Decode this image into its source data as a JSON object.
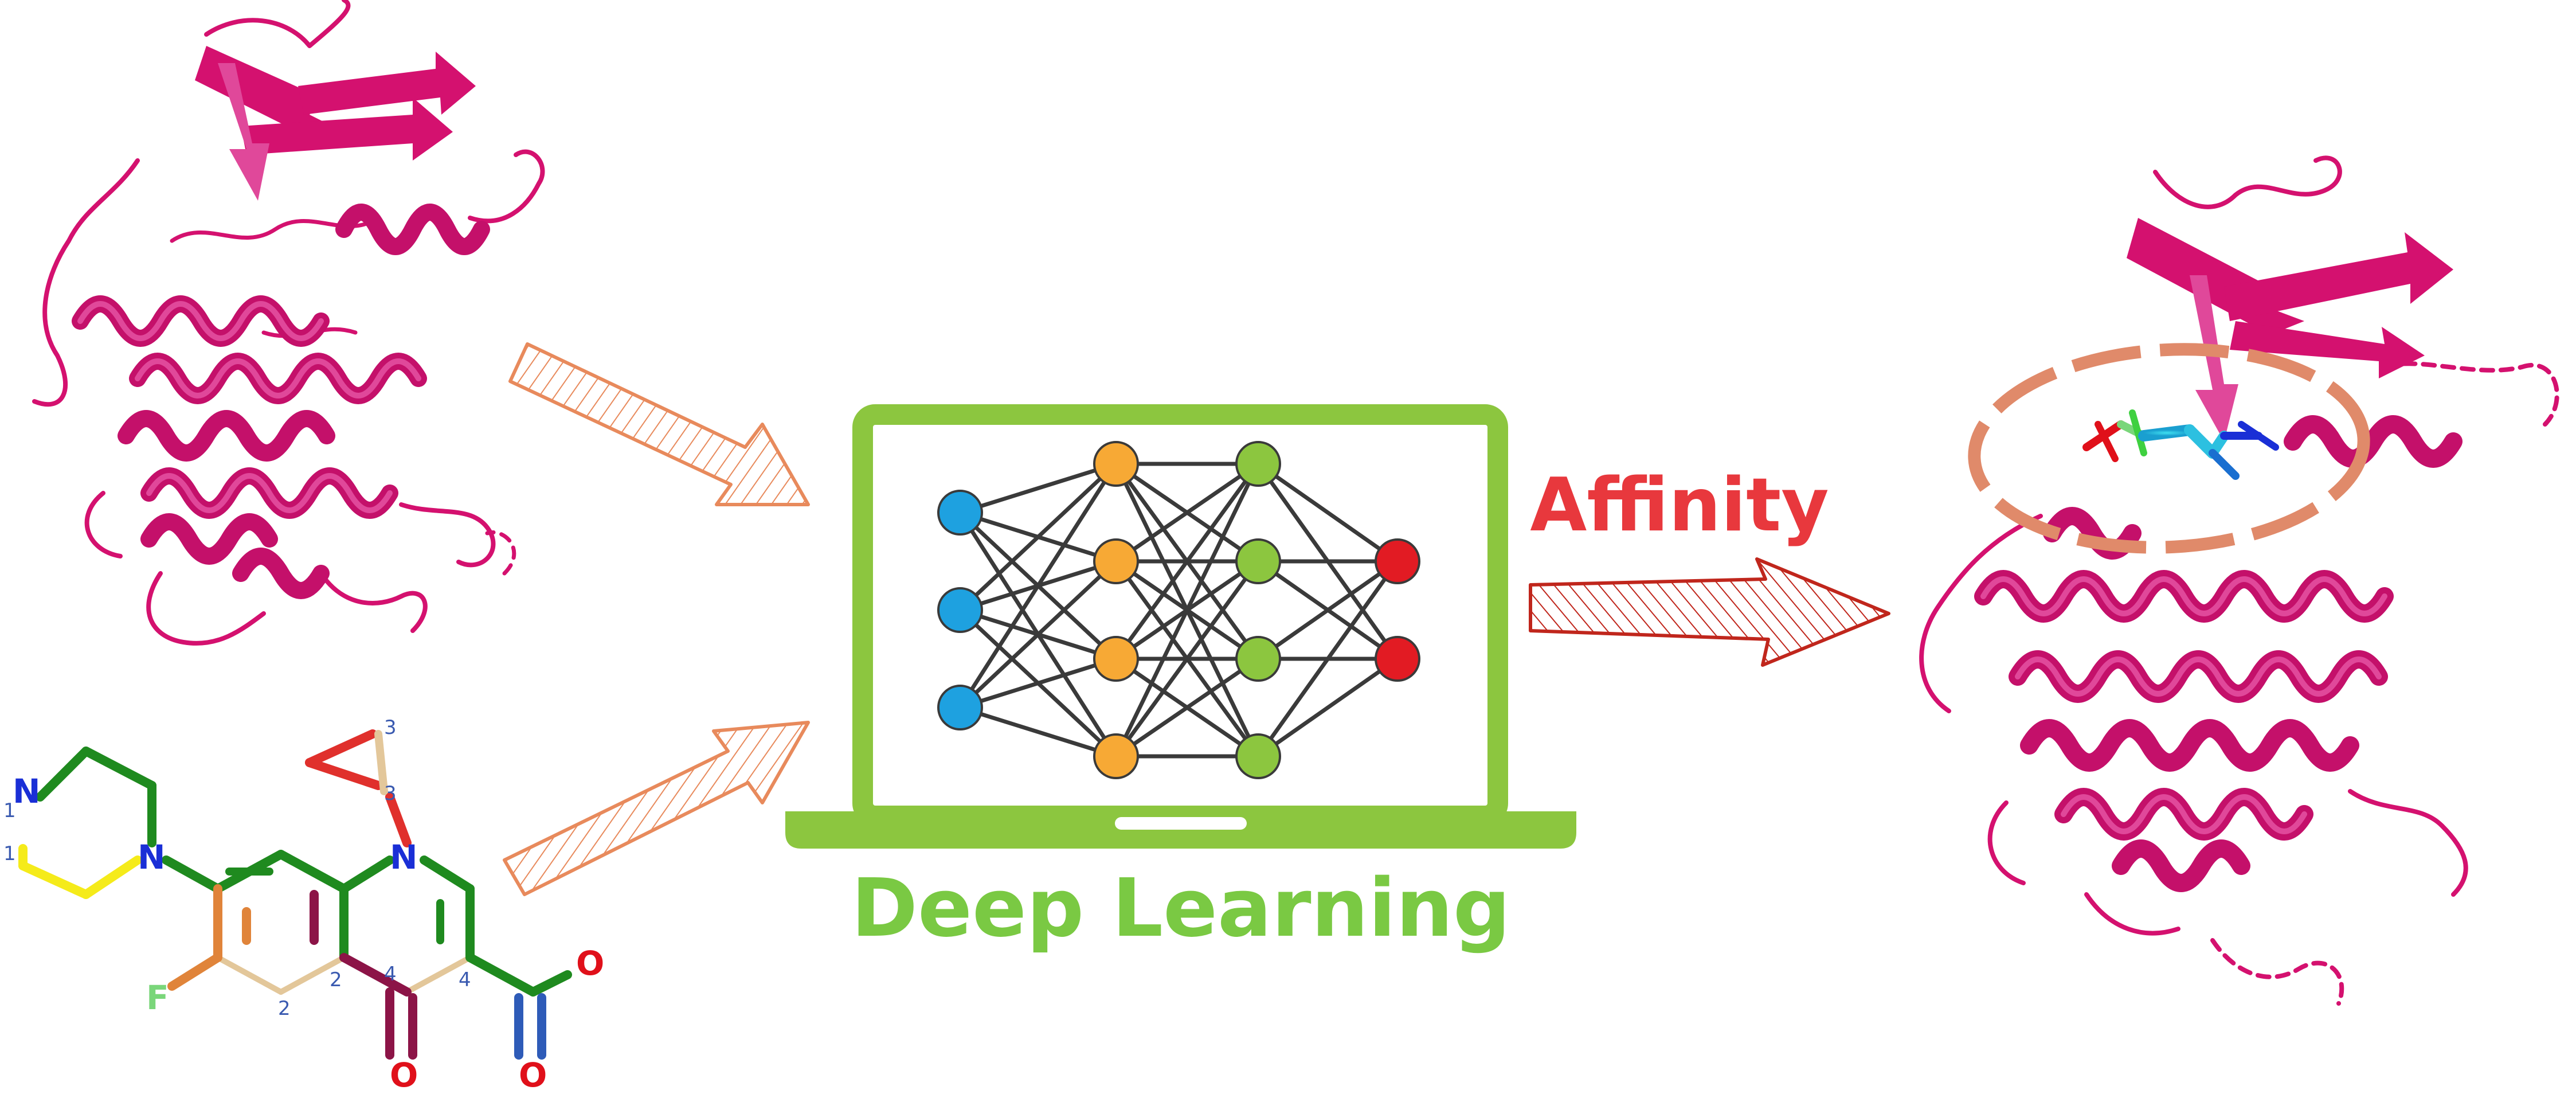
{
  "labels": {
    "deep_learning": "Deep Learning",
    "affinity": "Affinity"
  },
  "molecule_atoms": {
    "n_ring_top": "N",
    "n_ring_bottom": "N",
    "n_quinolone": "N",
    "fluorine": "F",
    "oxygen_keto": "O",
    "oxygen_acid_1": "O",
    "oxygen_acid_2": "O"
  },
  "molecule_indices": {
    "i1a": "1",
    "i1b": "1",
    "i2a": "2",
    "i2b": "2",
    "i3a": "3",
    "i3b": "3",
    "i4a": "4",
    "i4b": "4"
  },
  "colors": {
    "protein": "#d4116f",
    "protein_dark": "#a50d55",
    "laptop": "#8cc63f",
    "deep_learning_text": "#7ac943",
    "affinity_text": "#e8383d",
    "arrow_input": "#e88a5c",
    "arrow_output": "#c0261c",
    "pocket_ring": "#e08a6a",
    "node_input": "#1ea1e0",
    "node_hidden1": "#f7a935",
    "node_hidden2": "#8cc63f",
    "node_output": "#e21b23",
    "mol_green": "#1f8a1f",
    "mol_yellow": "#f5eb1a",
    "mol_orange": "#e0843a",
    "mol_maroon": "#8c1447",
    "mol_tan": "#e3c79a",
    "mol_blue": "#2e5bb8",
    "mol_red": "#e0302c",
    "atom_n": "#1a2fd6",
    "atom_o": "#e0101a",
    "atom_f": "#7ad67a",
    "index_blue": "#3a5ab0"
  },
  "neural_network": {
    "layers": [
      3,
      4,
      4,
      2
    ]
  }
}
